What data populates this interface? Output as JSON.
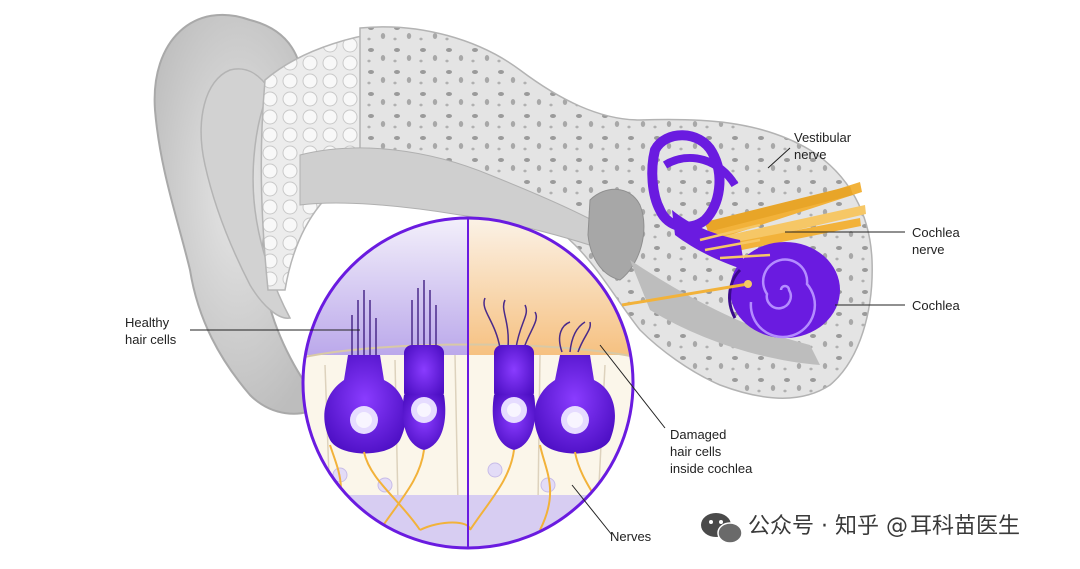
{
  "labels": {
    "vestibular_1": "Vestibular",
    "vestibular_2": "nerve",
    "cochlea_nerve_1": "Cochlea",
    "cochlea_nerve_2": "nerve",
    "cochlea": "Cochlea",
    "healthy_1": "Healthy",
    "healthy_2": "hair cells",
    "damaged_1": "Damaged",
    "damaged_2": "hair cells",
    "damaged_3": "inside cochlea",
    "nerves": "Nerves"
  },
  "watermark": {
    "prefix": "公众号 · 知乎 @",
    "name": "耳科苗医生"
  },
  "colors": {
    "purple": "#6a1be0",
    "dark_purple": "#3a0a8c",
    "nerve_orange": "#f2b23a",
    "bone_gray": "#d9d9d9",
    "skin_gray": "#c8c8c8"
  }
}
